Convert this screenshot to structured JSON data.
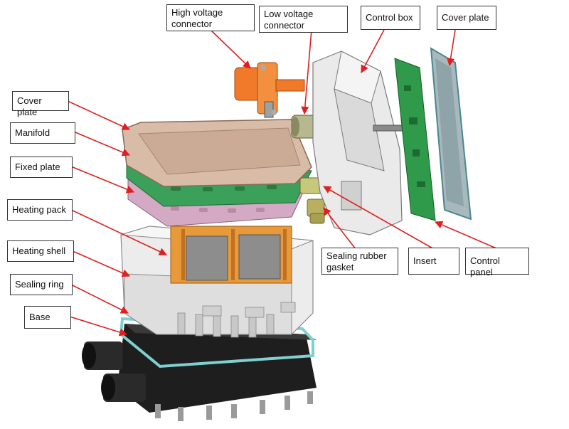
{
  "diagram": {
    "colors": {
      "leader_line": "#e02020",
      "label_border": "#333333",
      "pcb_green": "#2e9a4a",
      "connector_orange": "#f07a2a",
      "heating_pack_orange": "#e89a3a",
      "manifold_green": "#3aa05a",
      "fixed_plate_pink": "#d4a9c4",
      "cover_plate_tan": "#d9bca8",
      "base_black": "#1e1e1e",
      "sealing_ring_teal": "#7fd0d0",
      "shell_gray": "#e8e8e8"
    },
    "labels": {
      "high_voltage_connector": "High voltage\nconnector",
      "low_voltage_connector": "Low voltage\nconnector",
      "control_box": "Control box",
      "cover_plate_right": "Cover plate",
      "cover_plate_left": "Cover plate",
      "manifold": "Manifold",
      "fixed_plate": "Fixed plate",
      "heating_pack": "Heating pack",
      "heating_shell": "Heating shell",
      "sealing_ring": "Sealing ring",
      "base": "Base",
      "sealing_rubber_gasket": "Sealing rubber\ngasket",
      "insert": "Insert",
      "control_panel": "Control panel"
    }
  }
}
